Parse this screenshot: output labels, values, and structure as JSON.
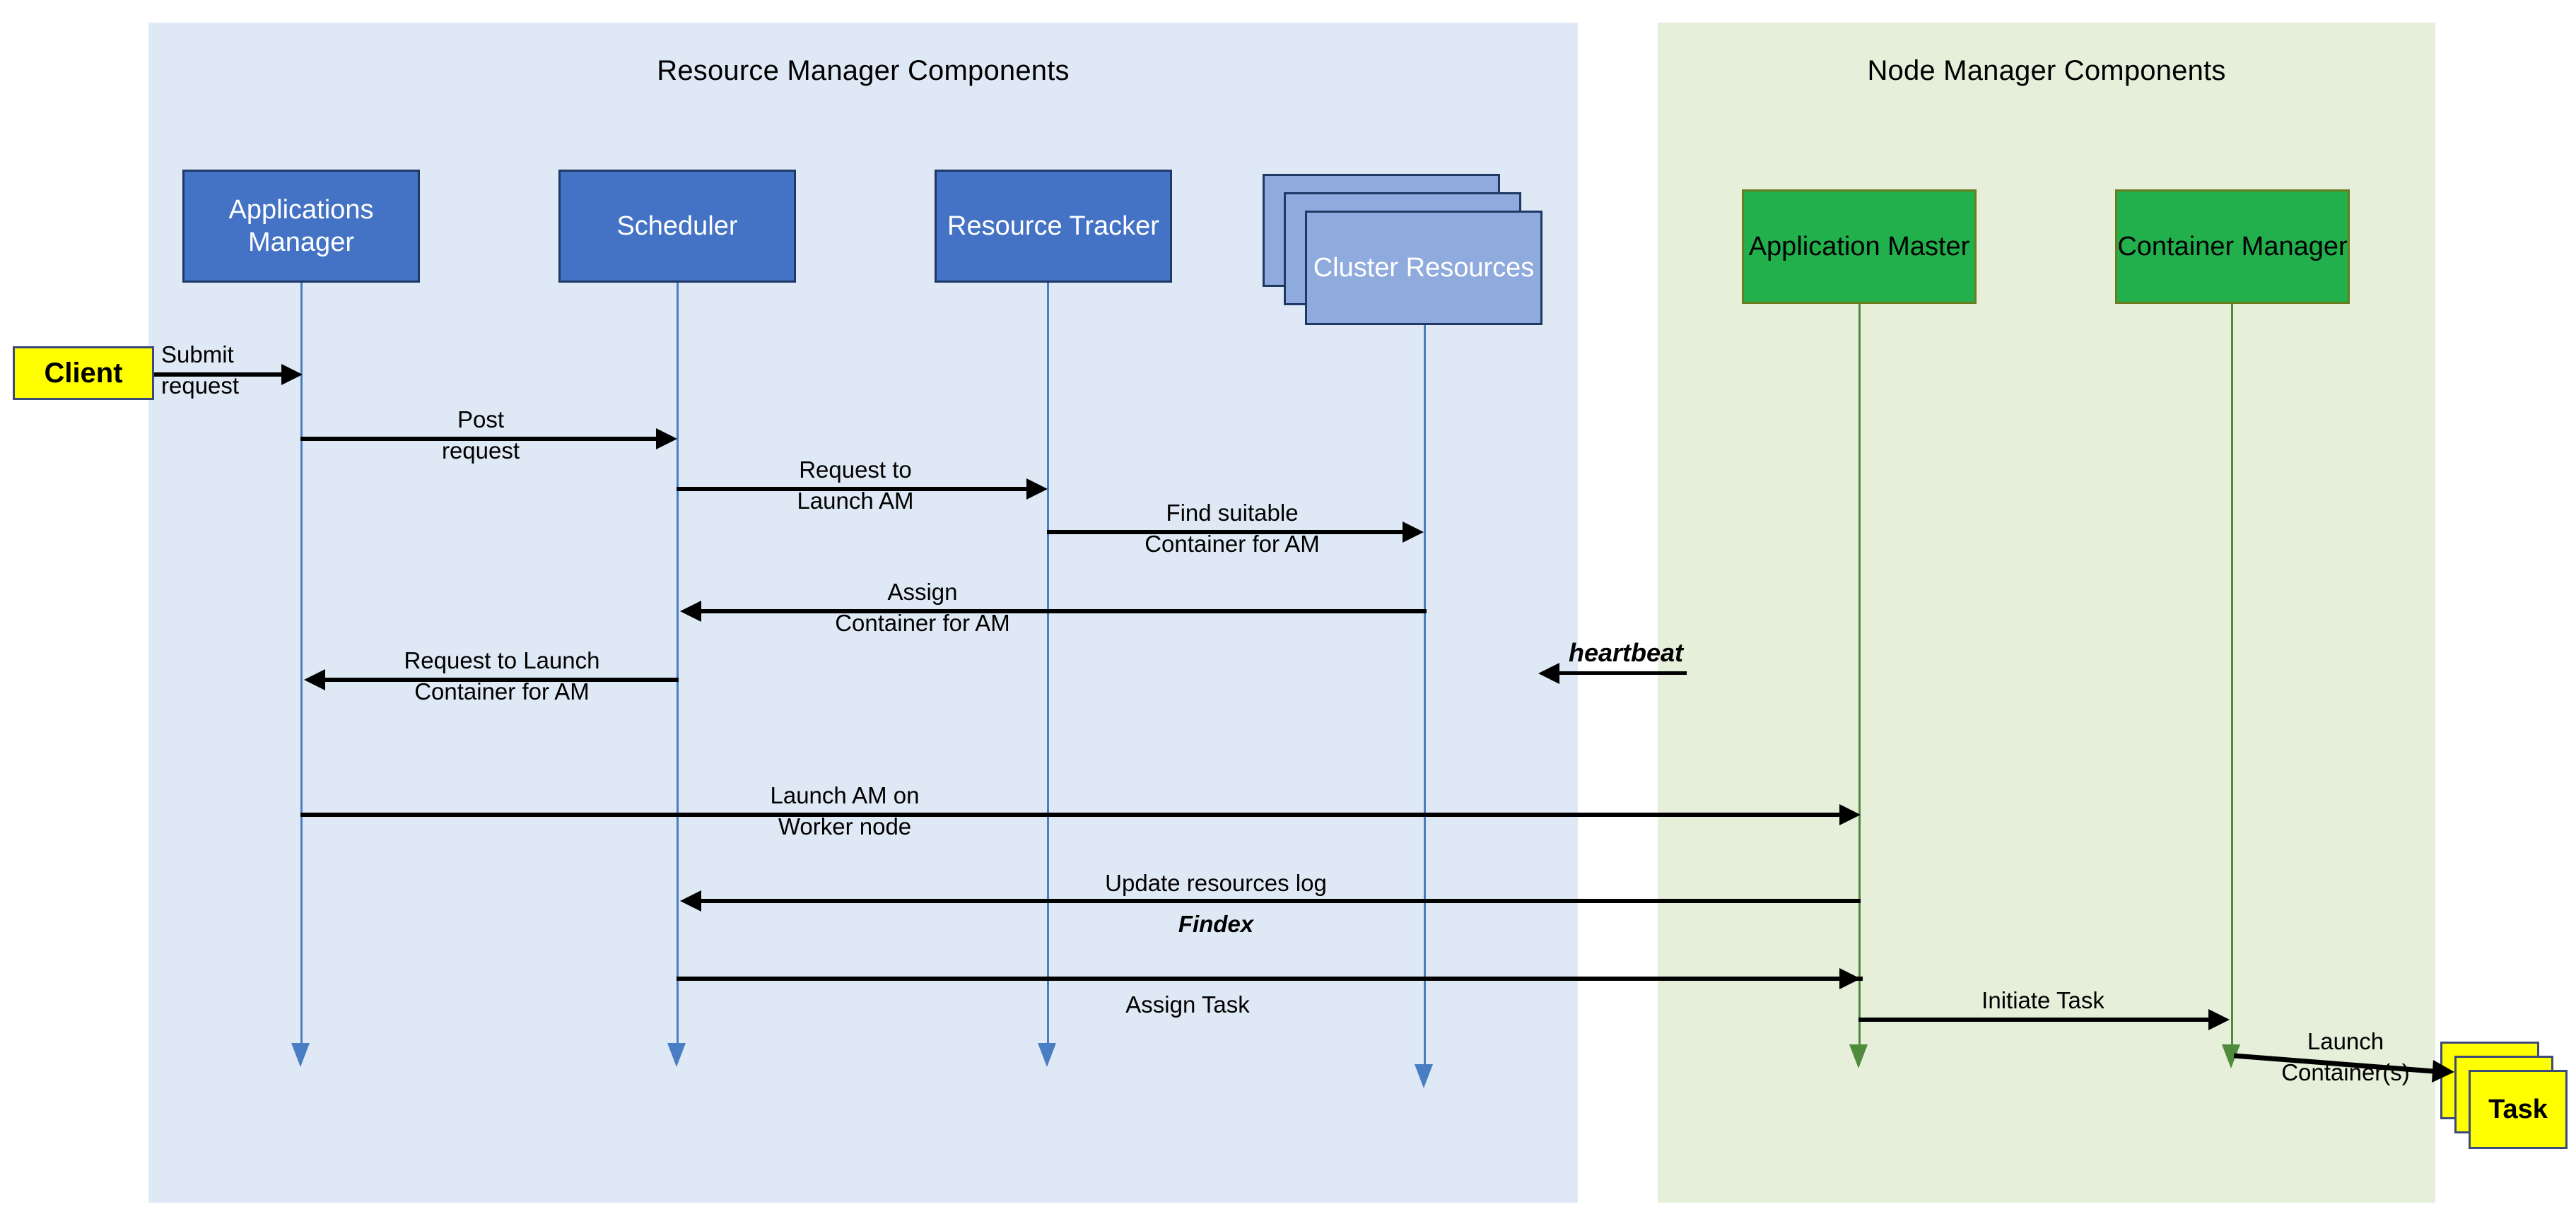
{
  "diagram": {
    "title": "YARN Application Submission Sequence Diagram",
    "panels": [
      {
        "id": "resource-manager",
        "title": "Resource Manager Components",
        "color": "#dee9f5"
      },
      {
        "id": "node-manager",
        "title": "Node Manager Components",
        "color": "#e5efd9"
      }
    ],
    "participants": [
      {
        "id": "client",
        "label": "Client",
        "style": "yellow",
        "fill": "#ffff00"
      },
      {
        "id": "applications-manager",
        "label": "Applications\nManager",
        "style": "blue",
        "fill": "#4472c4"
      },
      {
        "id": "scheduler",
        "label": "Scheduler",
        "style": "blue",
        "fill": "#4472c4"
      },
      {
        "id": "resource-tracker",
        "label": "Resource\nTracker",
        "style": "blue",
        "fill": "#4472c4"
      },
      {
        "id": "cluster-resources",
        "label": "Cluster\nResources",
        "style": "stacked-lightblue",
        "fill": "#8faadc"
      },
      {
        "id": "application-master",
        "label": "Application\nMaster",
        "style": "green",
        "fill": "#21b04b"
      },
      {
        "id": "container-manager",
        "label": "Container\nManager",
        "style": "green",
        "fill": "#21b04b"
      },
      {
        "id": "task",
        "label": "Task",
        "style": "stacked-yellow",
        "fill": "#ffff00"
      }
    ],
    "messages": [
      {
        "id": "submit-request",
        "label": "Submit\nrequest",
        "from": "client",
        "to": "applications-manager",
        "direction": "right"
      },
      {
        "id": "post-request",
        "label": "Post\nrequest",
        "from": "applications-manager",
        "to": "scheduler",
        "direction": "right"
      },
      {
        "id": "request-to-launch-am",
        "label": "Request to\nLaunch AM",
        "from": "scheduler",
        "to": "resource-tracker",
        "direction": "right"
      },
      {
        "id": "find-suitable-container",
        "label": "Find suitable\nContainer for AM",
        "from": "resource-tracker",
        "to": "cluster-resources",
        "direction": "right"
      },
      {
        "id": "assign-container-for-am",
        "label": "Assign\nContainer for AM",
        "from": "cluster-resources",
        "to": "scheduler",
        "direction": "left"
      },
      {
        "id": "request-to-launch-container",
        "label": "Request to Launch\nContainer for AM",
        "from": "scheduler",
        "to": "applications-manager",
        "direction": "left"
      },
      {
        "id": "heartbeat",
        "label": "heartbeat",
        "from": "application-master",
        "to": "resource-manager",
        "direction": "left",
        "emphasis": "bold-italic"
      },
      {
        "id": "launch-am-on-worker-node",
        "label": "Launch AM on\nWorker node",
        "from": "applications-manager",
        "to": "application-master",
        "direction": "right"
      },
      {
        "id": "update-resources-log",
        "label": "Update resources log",
        "sublabel": "Findex",
        "from": "application-master",
        "to": "scheduler",
        "direction": "left",
        "emphasis": "bold-italic"
      },
      {
        "id": "assign-task",
        "label": "Assign Task",
        "from": "scheduler",
        "to": "application-master",
        "direction": "right"
      },
      {
        "id": "initiate-task",
        "label": "Initiate Task",
        "from": "application-master",
        "to": "container-manager",
        "direction": "right"
      },
      {
        "id": "launch-containers",
        "label": "Launch\nContainer(s)",
        "from": "container-manager",
        "to": "task",
        "direction": "right"
      }
    ]
  }
}
